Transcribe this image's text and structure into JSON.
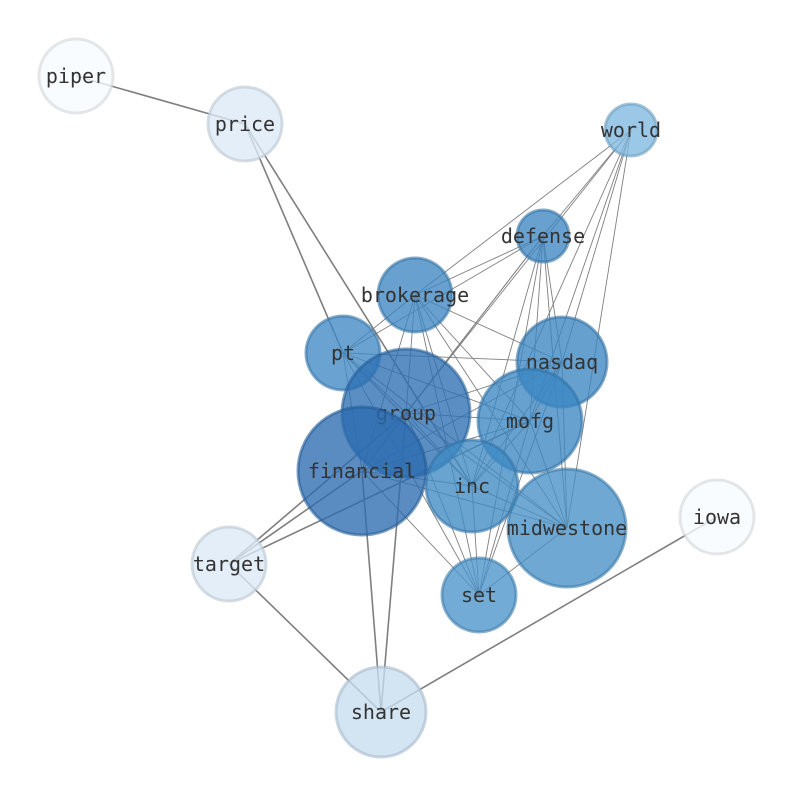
{
  "nodes": [
    {
      "id": "piper",
      "label": "piper",
      "color": "#f7fbff"
    },
    {
      "id": "price",
      "label": "price",
      "color": "#dce9f6"
    },
    {
      "id": "world",
      "label": "world",
      "color": "#7fb8df"
    },
    {
      "id": "defense",
      "label": "defense",
      "color": "#3d87c2"
    },
    {
      "id": "brokerage",
      "label": "brokerage",
      "color": "#3d87c2"
    },
    {
      "id": "pt",
      "label": "pt",
      "color": "#4089c4"
    },
    {
      "id": "nasdaq",
      "label": "nasdaq",
      "color": "#3b85c1"
    },
    {
      "id": "group",
      "label": "group",
      "color": "#2d70b3"
    },
    {
      "id": "mofg",
      "label": "mofg",
      "color": "#3b86c2"
    },
    {
      "id": "financial",
      "label": "financial",
      "color": "#2b6cb0"
    },
    {
      "id": "inc",
      "label": "inc",
      "color": "#3f8ac4"
    },
    {
      "id": "midwestone",
      "label": "midwestone",
      "color": "#4690c7"
    },
    {
      "id": "set",
      "label": "set",
      "color": "#4a93c9"
    },
    {
      "id": "target",
      "label": "target",
      "color": "#dce9f6"
    },
    {
      "id": "iowa",
      "label": "iowa",
      "color": "#f7fbff"
    },
    {
      "id": "share",
      "label": "share",
      "color": "#c6dcef"
    }
  ],
  "edges": [
    [
      "piper",
      "price"
    ],
    [
      "price",
      "pt"
    ],
    [
      "price",
      "inc"
    ],
    [
      "world",
      "defense"
    ],
    [
      "world",
      "brokerage"
    ],
    [
      "world",
      "group"
    ],
    [
      "world",
      "nasdaq"
    ],
    [
      "world",
      "mofg"
    ],
    [
      "world",
      "midwestone"
    ],
    [
      "world",
      "inc"
    ],
    [
      "defense",
      "brokerage"
    ],
    [
      "defense",
      "pt"
    ],
    [
      "defense",
      "nasdaq"
    ],
    [
      "defense",
      "group"
    ],
    [
      "defense",
      "mofg"
    ],
    [
      "defense",
      "financial"
    ],
    [
      "defense",
      "inc"
    ],
    [
      "defense",
      "midwestone"
    ],
    [
      "defense",
      "set"
    ],
    [
      "brokerage",
      "pt"
    ],
    [
      "brokerage",
      "nasdaq"
    ],
    [
      "brokerage",
      "group"
    ],
    [
      "brokerage",
      "mofg"
    ],
    [
      "brokerage",
      "financial"
    ],
    [
      "brokerage",
      "inc"
    ],
    [
      "brokerage",
      "midwestone"
    ],
    [
      "brokerage",
      "set"
    ],
    [
      "pt",
      "nasdaq"
    ],
    [
      "pt",
      "group"
    ],
    [
      "pt",
      "mofg"
    ],
    [
      "pt",
      "financial"
    ],
    [
      "pt",
      "inc"
    ],
    [
      "pt",
      "midwestone"
    ],
    [
      "pt",
      "set"
    ],
    [
      "nasdaq",
      "group"
    ],
    [
      "nasdaq",
      "mofg"
    ],
    [
      "nasdaq",
      "financial"
    ],
    [
      "nasdaq",
      "inc"
    ],
    [
      "nasdaq",
      "midwestone"
    ],
    [
      "nasdaq",
      "set"
    ],
    [
      "group",
      "mofg"
    ],
    [
      "group",
      "financial"
    ],
    [
      "group",
      "inc"
    ],
    [
      "group",
      "midwestone"
    ],
    [
      "group",
      "set"
    ],
    [
      "group",
      "target"
    ],
    [
      "group",
      "share"
    ],
    [
      "mofg",
      "financial"
    ],
    [
      "mofg",
      "inc"
    ],
    [
      "mofg",
      "midwestone"
    ],
    [
      "mofg",
      "set"
    ],
    [
      "mofg",
      "target"
    ],
    [
      "financial",
      "inc"
    ],
    [
      "financial",
      "midwestone"
    ],
    [
      "financial",
      "set"
    ],
    [
      "financial",
      "target"
    ],
    [
      "financial",
      "share"
    ],
    [
      "inc",
      "midwestone"
    ],
    [
      "inc",
      "set"
    ],
    [
      "midwestone",
      "set"
    ],
    [
      "target",
      "share"
    ],
    [
      "iowa",
      "share"
    ]
  ]
}
